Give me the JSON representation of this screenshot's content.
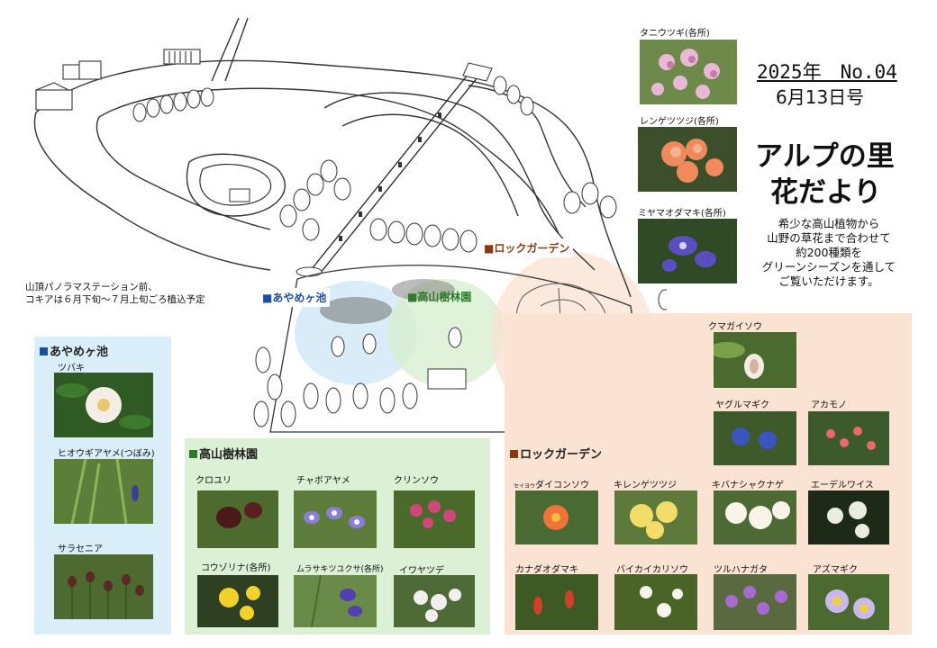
{
  "header": {
    "date_line": "2025年　No.04",
    "issue_line": "6月13日号",
    "title_line1": "アルプの里",
    "title_line2": "花だより",
    "description": [
      "希少な高山植物から",
      "山野の草花まで合わせて",
      "約200種類を",
      "グリーンシーズンを通して",
      "ご覧いただけます。"
    ]
  },
  "top_flowers": [
    {
      "label": "タニウツギ(各所)",
      "icon": "pink-blossom-photo"
    },
    {
      "label": "レンゲツツジ(各所)",
      "icon": "orange-azalea-photo"
    },
    {
      "label": "ミヤマオダマキ(各所)",
      "icon": "purple-columbine-photo"
    }
  ],
  "map": {
    "note_line1": "山頂パノラマステーション前、",
    "note_line2": "コキアは６月下旬～７月上旬ごろ植込予定",
    "label_ayame": "■あやめヶ池",
    "label_kouzan": "■高山樹林園",
    "label_rock": "■ロックガーデン"
  },
  "sections": {
    "ayame": {
      "title": "あやめヶ池",
      "color": "#1f4f9c",
      "bg": "#d9eef9",
      "items": [
        "ツバキ",
        "ヒオウギアヤメ(つぼみ)",
        "サラセニア"
      ]
    },
    "kouzan": {
      "title": "高山樹林園",
      "color": "#2e7a2e",
      "bg": "#dbf0d5",
      "items": [
        "クロユリ",
        "チャボアヤメ",
        "クリンソウ",
        "コウゾリナ(各所)",
        "ムラサキツユクサ(各所)",
        "イワヤツデ"
      ]
    },
    "rock": {
      "title": "ロックガーデン",
      "color": "#8a3a12",
      "bg": "#fbe3d4",
      "items_top": [
        "クマガイソウ",
        "ヤグルマギク",
        "アカモノ"
      ],
      "ruby": "セイヨウ",
      "items": [
        "ダイコンソウ",
        "キレンゲツツジ",
        "キバナシャクナゲ",
        "エーデルワイス",
        "カナダオダマキ",
        "バイカイカリソウ",
        "ツルハナガタ",
        "アズマギク"
      ]
    }
  },
  "colors": {
    "accent_blue": "#1f4f9c",
    "accent_green": "#2e7a2e",
    "accent_brown": "#8a3a12"
  }
}
